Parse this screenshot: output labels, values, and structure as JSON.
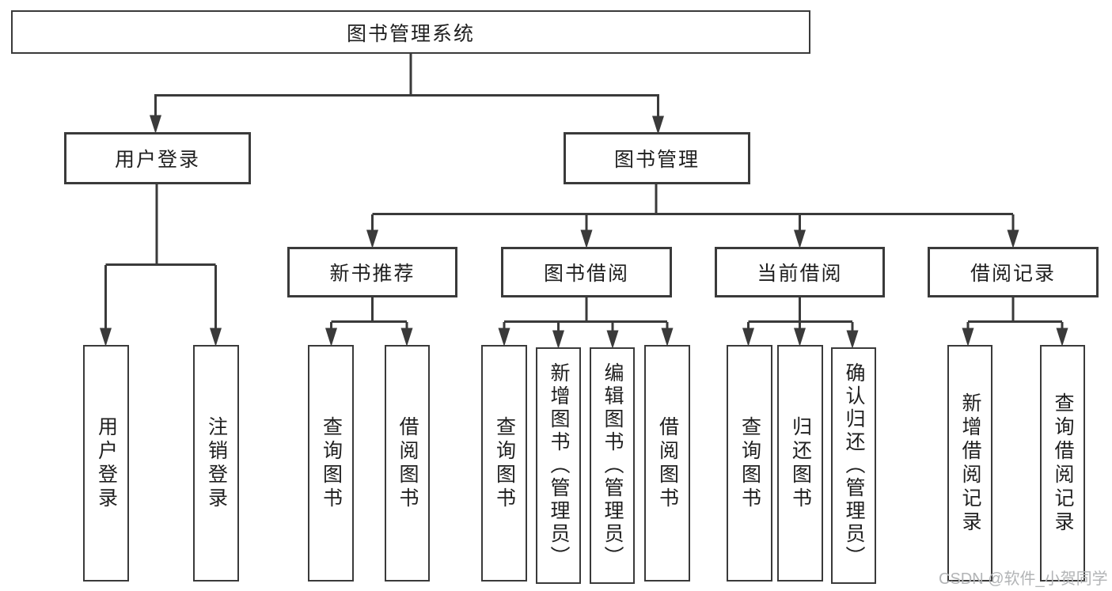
{
  "tree": {
    "label": "图书管理系统",
    "children": [
      {
        "label": "用户登录",
        "children": [
          {
            "label": "用户登录"
          },
          {
            "label": "注销登录"
          }
        ]
      },
      {
        "label": "图书管理",
        "children": [
          {
            "label": "新书推荐",
            "children": [
              {
                "label": "查询图书"
              },
              {
                "label": "借阅图书"
              }
            ]
          },
          {
            "label": "图书借阅",
            "children": [
              {
                "label": "查询图书"
              },
              {
                "label": "新增图书（管理员）"
              },
              {
                "label": "编辑图书（管理员）"
              },
              {
                "label": "借阅图书"
              }
            ]
          },
          {
            "label": "当前借阅",
            "children": [
              {
                "label": "查询图书"
              },
              {
                "label": "归还图书"
              },
              {
                "label": "确认归还（管理员）"
              }
            ]
          },
          {
            "label": "借阅记录",
            "children": [
              {
                "label": "新增借阅记录"
              },
              {
                "label": "查询借阅记录"
              }
            ]
          }
        ]
      }
    ]
  },
  "watermark": {
    "text": "CSDN @软件_小贺同学"
  },
  "colors": {
    "line": "#3a3a3a",
    "text": "#1f1f1f",
    "watermark": "#b2b4b6",
    "background": "#ffffff"
  }
}
